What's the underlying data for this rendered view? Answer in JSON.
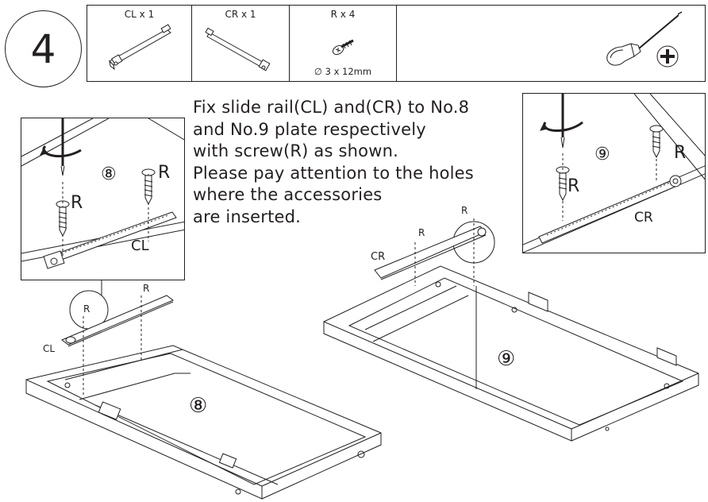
{
  "step": {
    "number": "4"
  },
  "parts": {
    "items": [
      {
        "label": "CL x 1"
      },
      {
        "label": "CR x 1"
      },
      {
        "label": "R x 4",
        "spec": "∅ 3 x 12mm"
      }
    ],
    "tool": {
      "icon": "phillips-screwdriver-icon"
    }
  },
  "instruction": {
    "lines": [
      "Fix slide rail(CL) and(CR) to No.8",
      "and No.9 plate respectively",
      "with screw(R) as shown.",
      "Please pay attention to the holes",
      "where the accessories",
      "are inserted."
    ]
  },
  "detail_left": {
    "plate": "⑧",
    "screw_labels": [
      "R",
      "R"
    ],
    "rail_label": "CL"
  },
  "detail_right": {
    "plate": "⑨",
    "screw_labels": [
      "R",
      "R"
    ],
    "rail_label": "CR"
  },
  "assembly_left": {
    "plate": "⑧",
    "screw_label": "R",
    "circle_label": "R",
    "rail_label": "CL"
  },
  "assembly_right": {
    "plate": "⑨",
    "screw_labels": [
      "R",
      "R"
    ],
    "rail_label": "CR"
  }
}
